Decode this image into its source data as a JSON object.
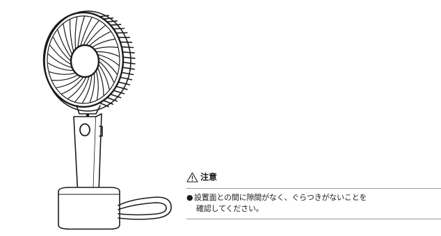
{
  "caution": {
    "icon": "warning-triangle-icon",
    "title": "注意",
    "bullet": "●",
    "lines": [
      "設置面との間に隙間がなく、ぐらつきがないことを",
      "確認してください。"
    ]
  },
  "colors": {
    "line": "#1a1a1a",
    "rule": "#9a9a9a"
  }
}
